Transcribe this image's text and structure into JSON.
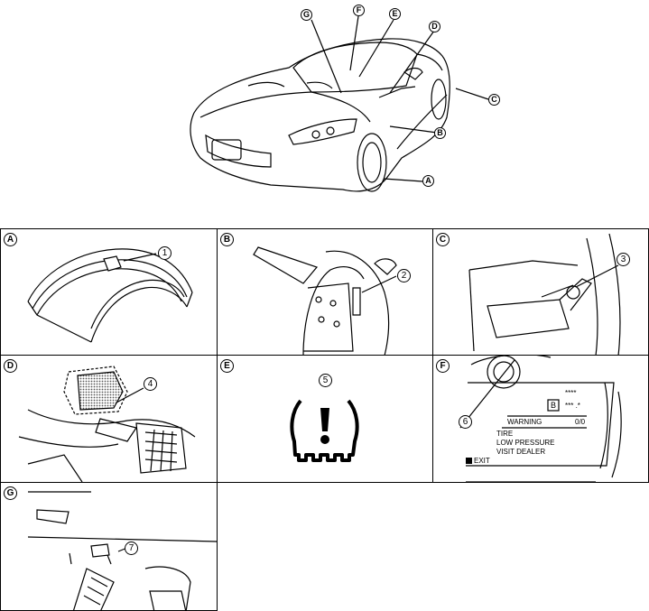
{
  "overview": {
    "callouts": [
      "G",
      "F",
      "E",
      "D",
      "C",
      "B",
      "A"
    ]
  },
  "panels": [
    {
      "key": "A",
      "label": "A",
      "callout": "1"
    },
    {
      "key": "B",
      "label": "B",
      "callout": "2"
    },
    {
      "key": "C",
      "label": "C",
      "callout": "3"
    },
    {
      "key": "D",
      "label": "D",
      "callout": "4"
    },
    {
      "key": "E",
      "label": "E",
      "callout": "5"
    },
    {
      "key": "F",
      "label": "F",
      "callout": "6"
    },
    {
      "key": "G",
      "label": "G",
      "callout": "7"
    }
  ],
  "display": {
    "stars1": "****",
    "box": "B",
    "stars2": "*** .*",
    "warning": "WARNING",
    "count": "0/0",
    "line1": "TIRE",
    "line2": "LOW PRESSURE",
    "line3": "VISIT DEALER",
    "exit": "EXIT"
  }
}
